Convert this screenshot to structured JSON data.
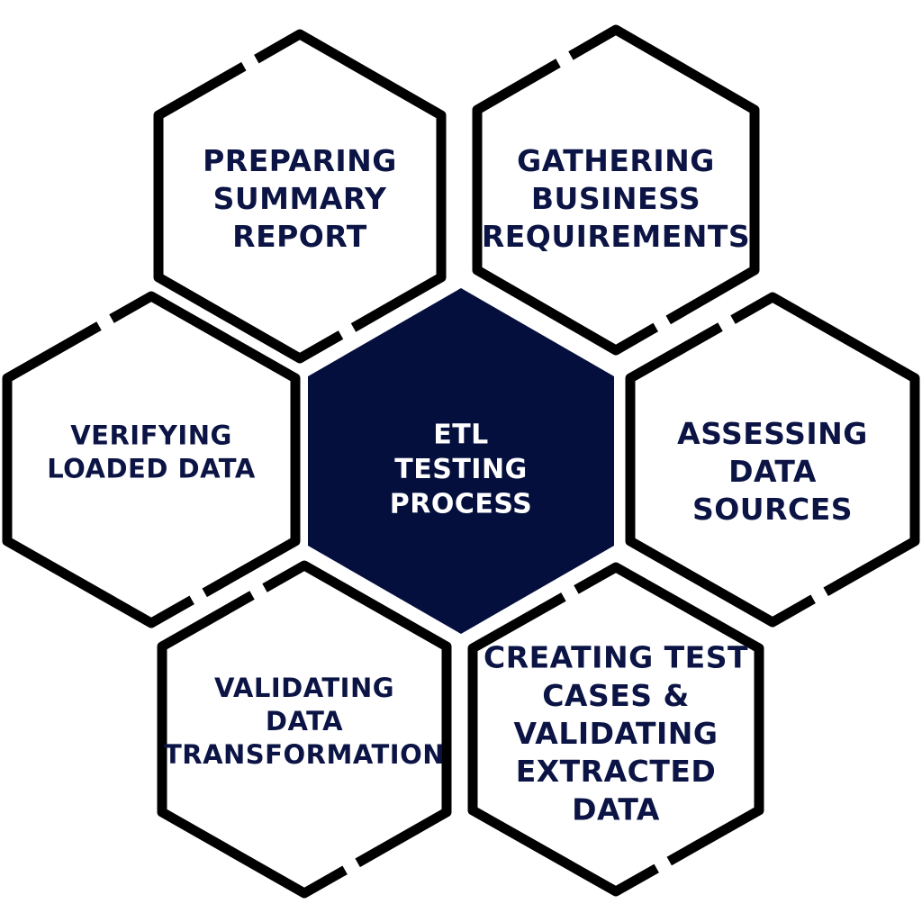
{
  "colors": {
    "background": "#ffffff",
    "outline": "#000000",
    "center_fill": "#040f3d",
    "label_dark": "#0b1444",
    "label_light": "#ffffff"
  },
  "center": {
    "lines": [
      "ETL",
      "TESTING",
      "PROCESS"
    ]
  },
  "steps": [
    {
      "id": "preparing",
      "lines": [
        "PREPARING",
        "SUMMARY",
        "REPORT"
      ]
    },
    {
      "id": "gathering",
      "lines": [
        "GATHERING",
        "BUSINESS",
        "REQUIREMENTS"
      ]
    },
    {
      "id": "verifying",
      "lines": [
        "VERIFYING",
        "LOADED DATA"
      ]
    },
    {
      "id": "assessing",
      "lines": [
        "ASSESSING",
        "DATA",
        "SOURCES"
      ]
    },
    {
      "id": "validating-transformation",
      "lines": [
        "VALIDATING",
        "DATA",
        "TRANSFORMATION"
      ]
    },
    {
      "id": "creating-tests",
      "lines": [
        "CREATING TEST",
        "CASES &",
        "VALIDATING",
        "EXTRACTED",
        "DATA"
      ]
    }
  ]
}
